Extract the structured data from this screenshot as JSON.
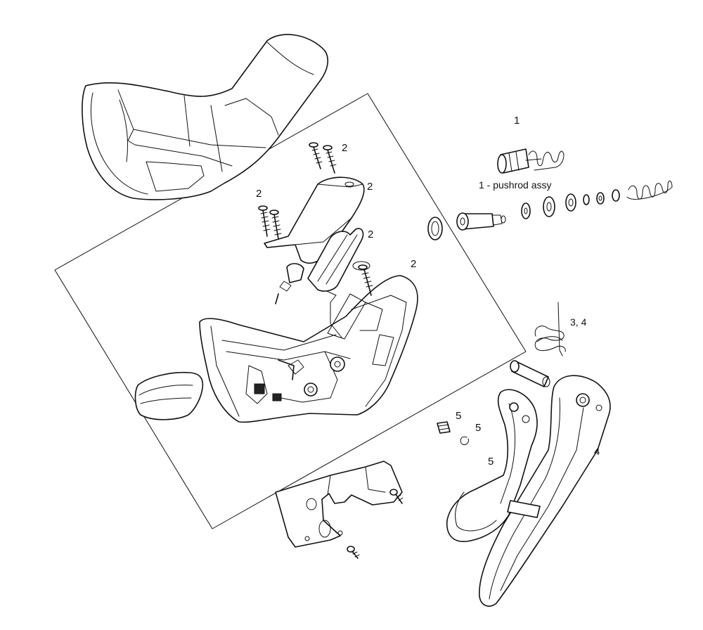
{
  "callouts": {
    "c1_top": "1",
    "c1_pushrod": "1 - pushrod assy",
    "c2_a": "2",
    "c2_b": "2",
    "c2_c": "2",
    "c2_d": "2",
    "c2_e": "2",
    "c34": "3, 4",
    "c4": "4",
    "c5_a": "5",
    "c5_b": "5",
    "c5_c": "5"
  }
}
